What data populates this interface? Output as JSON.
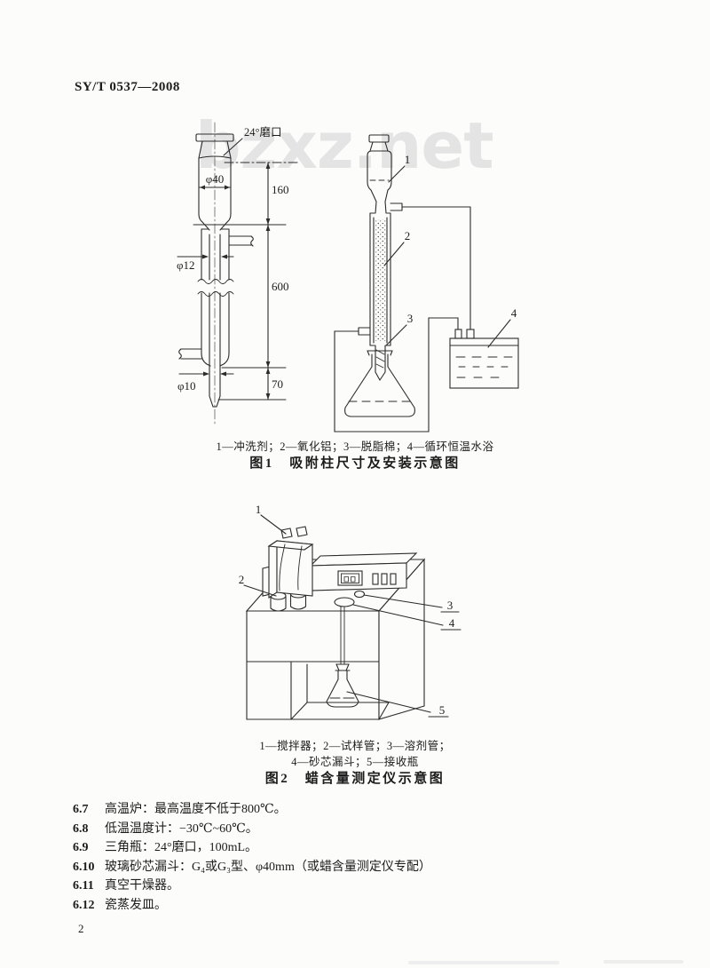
{
  "page": {
    "header": "SY/T 0537—2008",
    "watermark": "bzxz.net",
    "page_number": "2"
  },
  "figure1": {
    "legend": "1—冲洗剂；2—氧化铝；3—脱脂棉；4—循环恒温水浴",
    "title": "图1　吸附柱尺寸及安装示意图",
    "dims": {
      "mouth": "24°磨口",
      "dia_top": "φ40",
      "h_top": "160",
      "dia_mid": "φ12",
      "h_mid": "600",
      "dia_tip": "φ10",
      "h_tip": "70"
    },
    "parts": {
      "p1": "1",
      "p2": "2",
      "p3": "3",
      "p4": "4"
    }
  },
  "figure2": {
    "legend_line1": "1—搅拌器；2—试样管；3—溶剂管；",
    "legend_line2": "4—砂芯漏斗；5—接收瓶",
    "title": "图2　蜡含量测定仪示意图",
    "parts": {
      "p1": "1",
      "p2": "2",
      "p3": "3",
      "p4": "4",
      "p5": "5"
    }
  },
  "list": {
    "items": [
      {
        "num": "6.7",
        "text": "高温炉：最高温度不低于800℃。"
      },
      {
        "num": "6.8",
        "text": "低温温度计：−30℃~60℃。"
      },
      {
        "num": "6.9",
        "text": "三角瓶：24°磨口，100mL。"
      },
      {
        "num": "6.10",
        "text": "玻璃砂芯漏斗：G₄或G₃型、φ40mm（或蜡含量测定仪专配）"
      },
      {
        "num": "6.11",
        "text": "真空干燥器。"
      },
      {
        "num": "6.12",
        "text": "瓷蒸发皿。"
      }
    ]
  }
}
